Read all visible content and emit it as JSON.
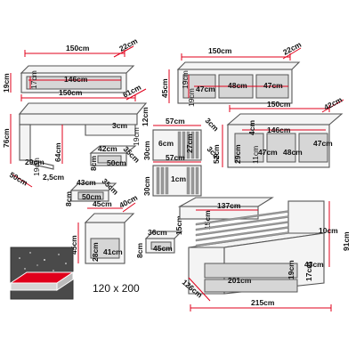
{
  "shelf_top_left": {
    "w": "150cm",
    "d": "22cm",
    "h": "19cm",
    "inner_w": "146cm",
    "inner_h": "17cm"
  },
  "shelf_top_right": {
    "w": "150cm",
    "d": "22cm",
    "h": "45cm",
    "inner_h": "19cm",
    "gap_h": "19cm",
    "cell1": "47cm",
    "cell2": "48cm",
    "cell3": "47cm"
  },
  "desk": {
    "w": "150cm",
    "d": "61cm",
    "h": "76cm",
    "leg_h": "64cm",
    "side_d": "29cm",
    "foot": "50cm",
    "rail": "2,5cm",
    "front": "3cm",
    "drawer_w": "42cm",
    "drawer_d": "35cm",
    "drawer_front": "50cm",
    "drawer_h": "8cm",
    "bottom_w": "43cm",
    "bottom_d": "35cm",
    "bottom_front": "50cm",
    "bottom_h": "8cm",
    "top_h": "12cm",
    "side_h": "19cm"
  },
  "panels": {
    "w1": "57cm",
    "h1": "30cm",
    "w2": "57cm",
    "h2": "30cm",
    "slot1": "6cm",
    "slot2": "1cm",
    "gap": "3cm",
    "gap2": "3cm",
    "tall": "27cm"
  },
  "dresser": {
    "w": "150cm",
    "d": "42cm",
    "h": "52cm",
    "inner_w": "146cm",
    "cell1": "47cm",
    "cell2": "48cm",
    "cell3": "47cm",
    "inner_h": "29cm",
    "front": "4cm",
    "side": "11cm"
  },
  "nightstand": {
    "w": "45cm",
    "d": "40cm",
    "h": "45cm",
    "drawer_h": "28cm",
    "drawer_w": "41cm"
  },
  "small_drawer": {
    "w": "36cm",
    "d": "15cm",
    "h": "8cm",
    "front": "45cm"
  },
  "bed_drawer": {
    "w": "137cm",
    "h": "15cm"
  },
  "bed": {
    "len": "215cm",
    "w": "126cm",
    "h": "91cm",
    "side_h": "10cm",
    "drawer_len": "201cm",
    "drawer_h": "19cm",
    "drawer_w": "43cm",
    "drawer_d": "17cm"
  },
  "mattress": {
    "size": "120 x 200"
  }
}
